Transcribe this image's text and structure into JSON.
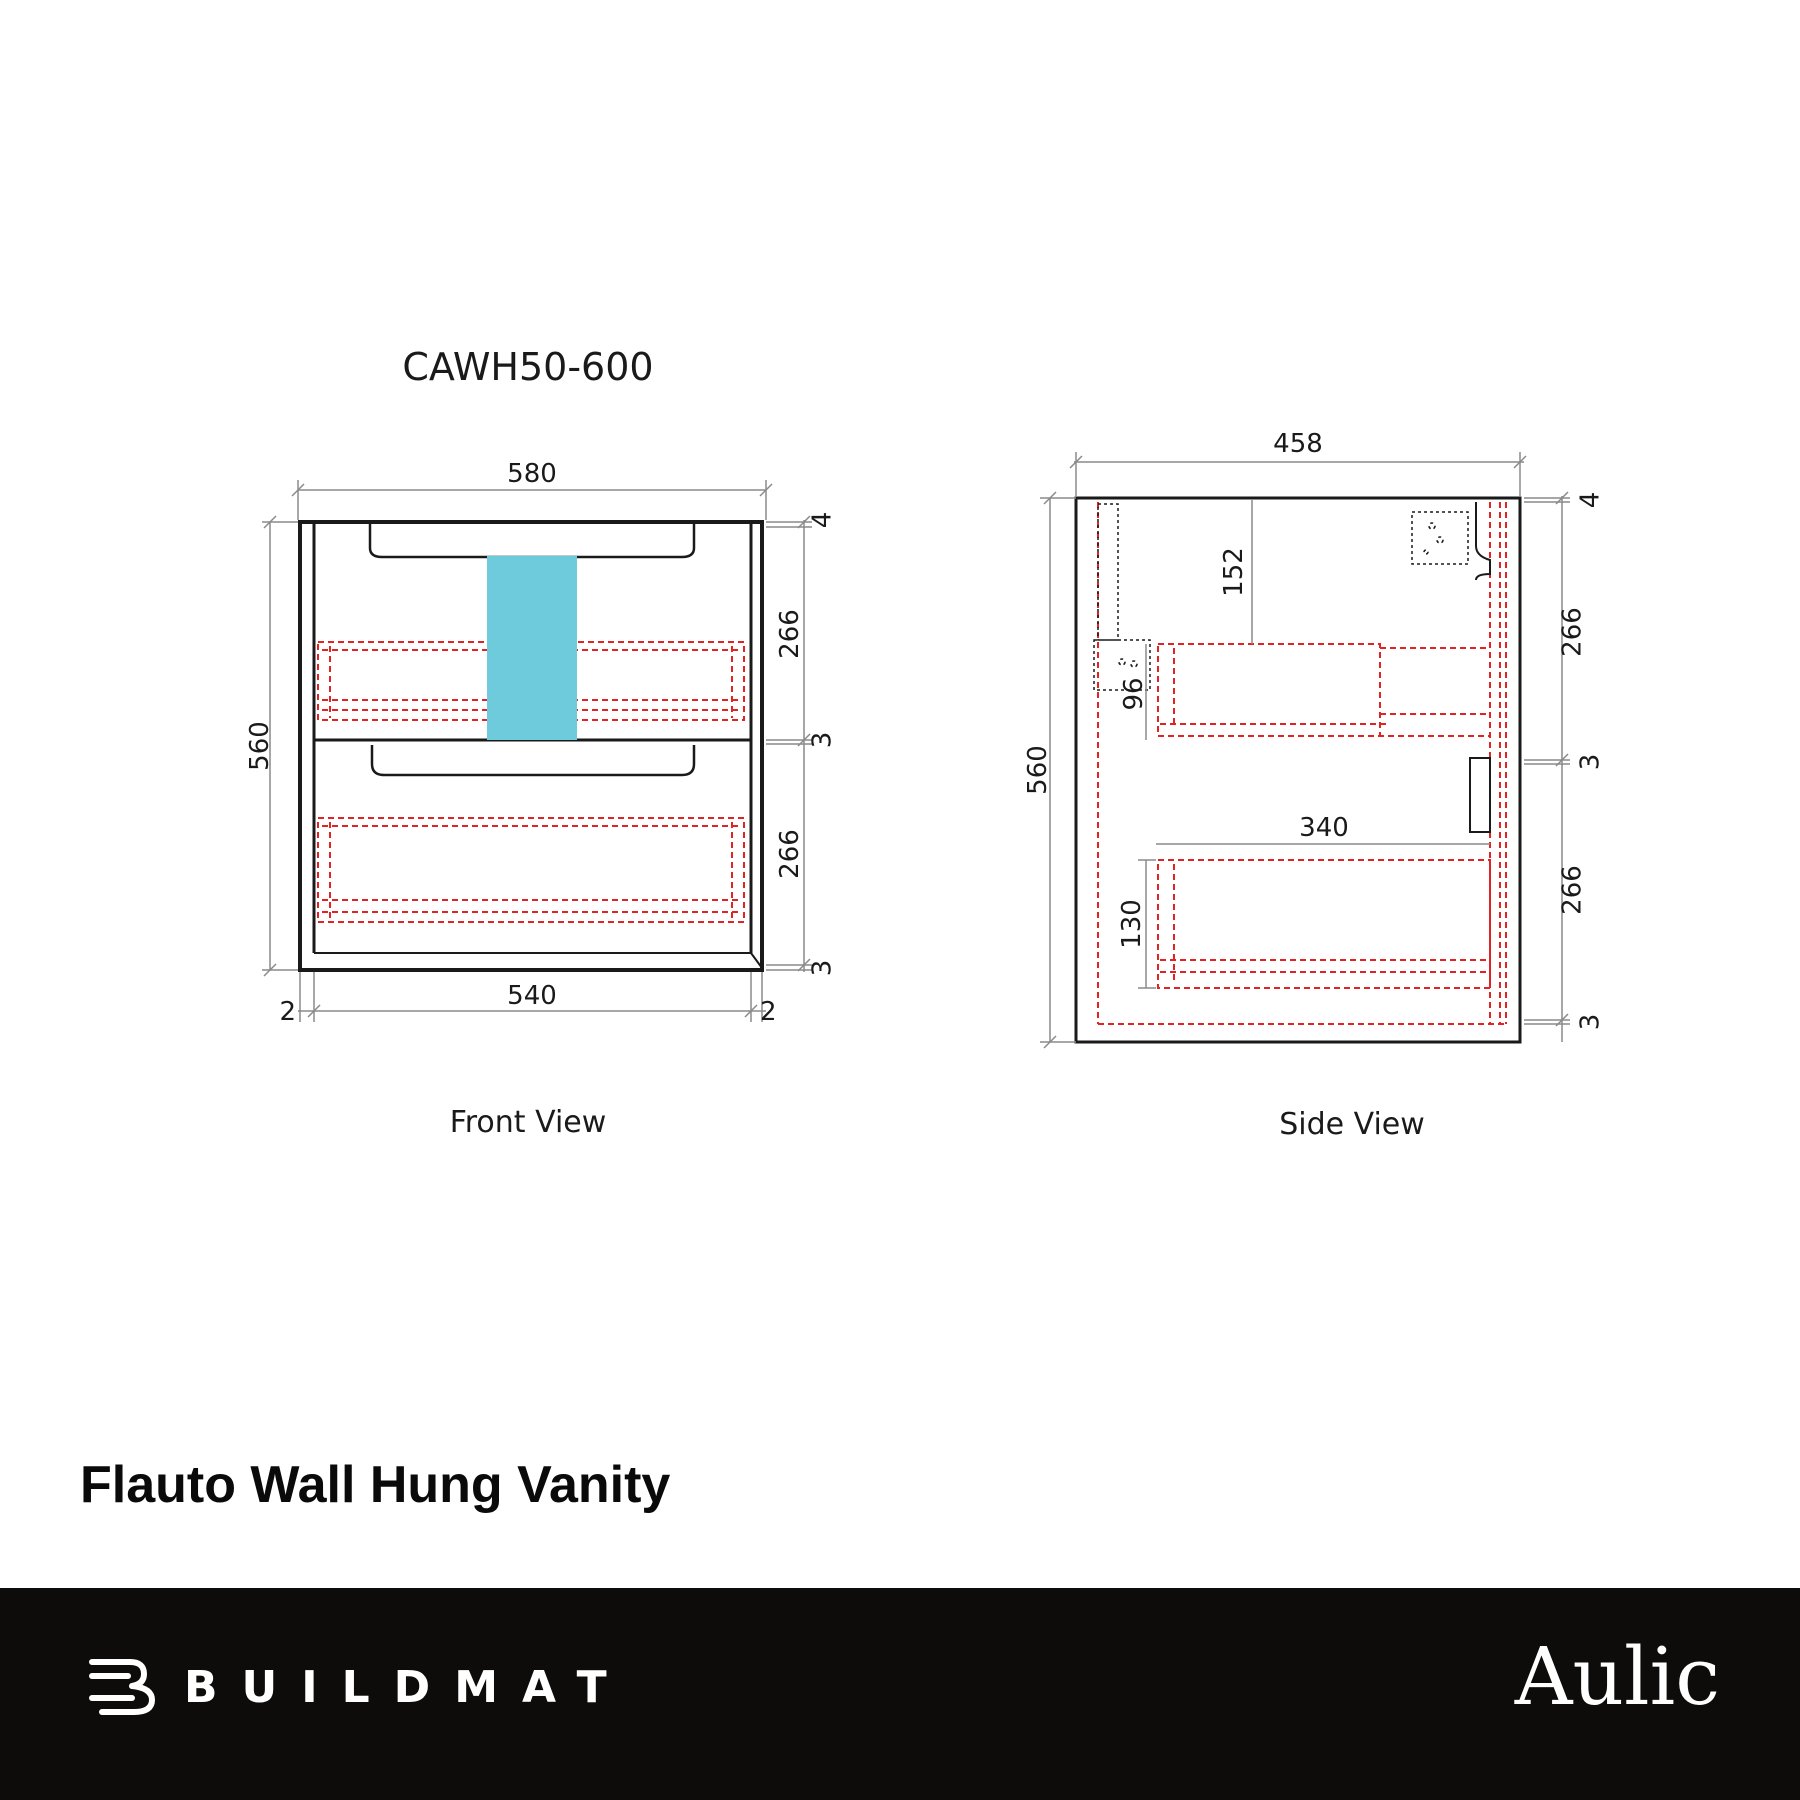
{
  "model_code": "CAWH50-600",
  "front_view": {
    "label": "Front View",
    "dims": {
      "overall_width": "580",
      "overall_height": "560",
      "inner_width": "540",
      "side_gap_left": "2",
      "side_gap_right": "2",
      "top_gap": "4",
      "drawer_top_height": "266",
      "mid_gap": "3",
      "drawer_bottom_height": "266",
      "bottom_gap": "3"
    },
    "colors": {
      "basin_cutout": "#6ecbdb",
      "internal_hidden": "#e02424",
      "outline": "#1a1a1a"
    }
  },
  "side_view": {
    "label": "Side View",
    "dims": {
      "overall_depth": "458",
      "overall_height": "560",
      "plumbing_clearance": "152",
      "bracket_offset": "96",
      "drawer_depth": "340",
      "drawer_inner_height": "130",
      "top_gap": "4",
      "drawer_top_height": "266",
      "mid_gap": "3",
      "drawer_bottom_height": "266",
      "bottom_gap": "3"
    }
  },
  "product_title": "Flauto Wall Hung Vanity",
  "footer": {
    "brand_left": "BUILDMAT",
    "brand_right": "Aulic",
    "background": "#0d0c0a"
  }
}
